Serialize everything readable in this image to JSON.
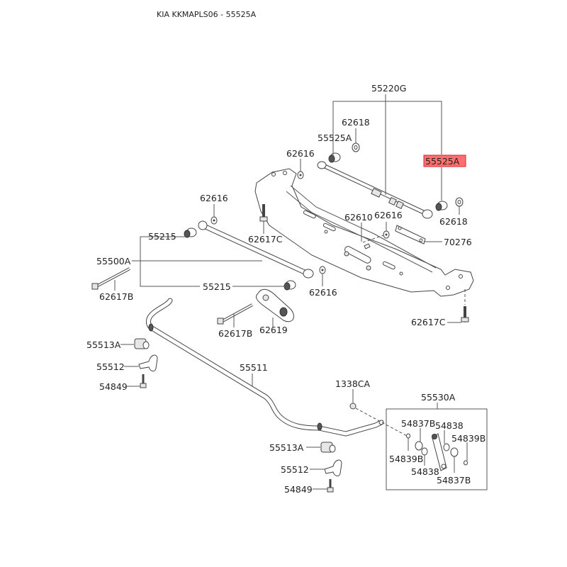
{
  "page": {
    "title": "KIA KKMAPLS06 - 55525A"
  },
  "highlight": {
    "part_number": "55525A",
    "fill_color": "#ff6f6f",
    "border_color": "#e02020"
  },
  "callouts": {
    "c55220G": "55220G",
    "c62618_top": "62618",
    "c55525A_left": "55525A",
    "c55525A_highlight": "55525A",
    "c62616_top": "62616",
    "c62618_right": "62618",
    "c62616_left_top": "62616",
    "c62617C_upper": "62617C",
    "c62610": "62610",
    "c62616_mid": "62616",
    "c70276": "70276",
    "c55215_upper": "55215",
    "c55500A": "55500A",
    "c55215_lower": "55215",
    "c62616_lower": "62616",
    "c62617B_left": "62617B",
    "c62617C_right": "62617C",
    "c62617B_mid": "62617B",
    "c62619": "62619",
    "c55513A_left": "55513A",
    "c55512_left": "55512",
    "c54849_left": "54849",
    "c55511": "55511",
    "c1338CA": "1338CA",
    "c55530A": "55530A",
    "c54837B_top": "54837B",
    "c54838_top": "54838",
    "c54839B_right": "54839B",
    "c54839B_left": "54839B",
    "c54838_bottom": "54838",
    "c54837B_bottom": "54837B",
    "c55513A_bottom": "55513A",
    "c55512_bottom": "55512",
    "c54849_bottom": "54849"
  }
}
